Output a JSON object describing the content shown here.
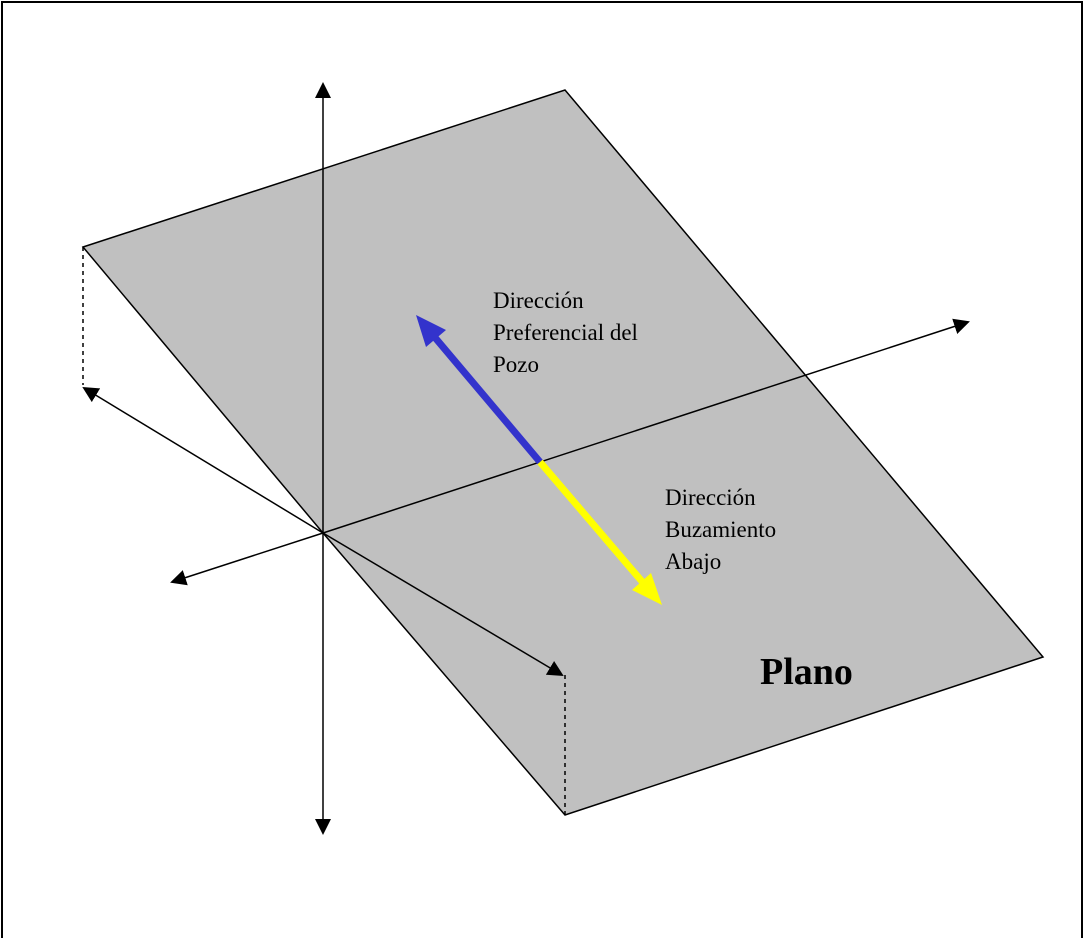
{
  "labels": {
    "well_direction": [
      "Dirección",
      "Preferencial del",
      "Pozo"
    ],
    "dip_direction": [
      "Dirección",
      "Buzamiento",
      "Abajo"
    ],
    "plane": "Plano"
  },
  "colors": {
    "plane_fill": "#c0c0c0",
    "well_arrow": "#3333cc",
    "dip_arrow": "#ffff00",
    "axis": "#000000"
  }
}
